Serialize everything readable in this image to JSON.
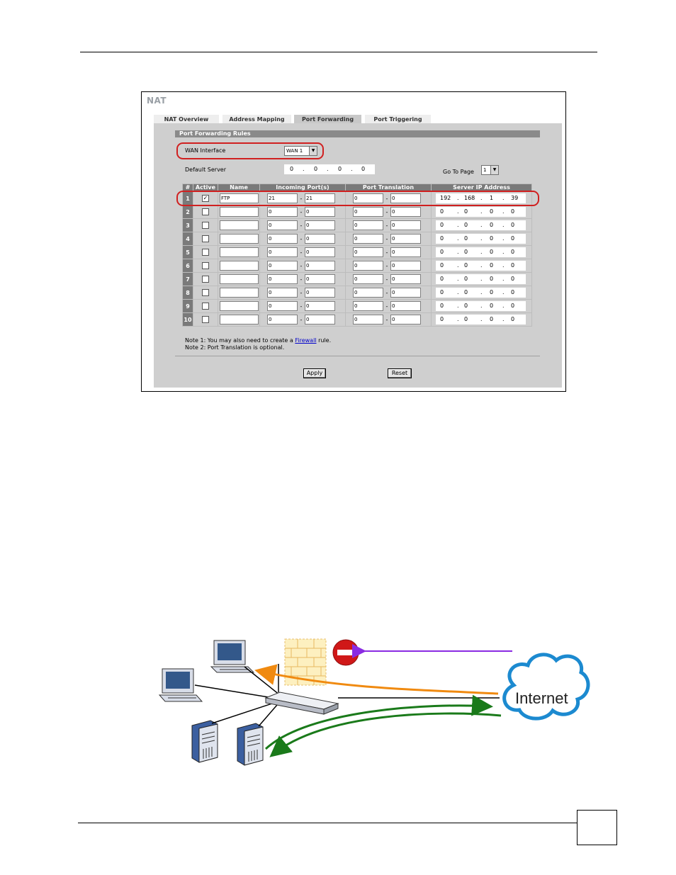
{
  "screen": {
    "title": "NAT",
    "tabs": [
      {
        "label": "NAT Overview",
        "active": false
      },
      {
        "label": "Address Mapping",
        "active": false
      },
      {
        "label": "Port Forwarding",
        "active": true
      },
      {
        "label": "Port Triggering",
        "active": false
      }
    ],
    "section_title": "Port Forwarding Rules",
    "wan_interface": {
      "label": "WAN Interface",
      "value": "WAN 1"
    },
    "default_server": {
      "label": "Default Server",
      "octets": [
        "0",
        "0",
        "0",
        "0"
      ]
    },
    "go_to_page": {
      "label": "Go To Page",
      "value": "1"
    },
    "table": {
      "headers": [
        "#",
        "Active",
        "Name",
        "Incoming Port(s)",
        "Port Translation",
        "Server IP Address"
      ],
      "rows": [
        {
          "num": "1",
          "active": true,
          "name": "FTP",
          "in_start": "21",
          "in_end": "21",
          "tr_start": "0",
          "tr_end": "0",
          "ip": [
            "192",
            "168",
            "1",
            "39"
          ]
        },
        {
          "num": "2",
          "active": false,
          "name": "",
          "in_start": "0",
          "in_end": "0",
          "tr_start": "0",
          "tr_end": "0",
          "ip": [
            "0",
            "0",
            "0",
            "0"
          ]
        },
        {
          "num": "3",
          "active": false,
          "name": "",
          "in_start": "0",
          "in_end": "0",
          "tr_start": "0",
          "tr_end": "0",
          "ip": [
            "0",
            "0",
            "0",
            "0"
          ]
        },
        {
          "num": "4",
          "active": false,
          "name": "",
          "in_start": "0",
          "in_end": "0",
          "tr_start": "0",
          "tr_end": "0",
          "ip": [
            "0",
            "0",
            "0",
            "0"
          ]
        },
        {
          "num": "5",
          "active": false,
          "name": "",
          "in_start": "0",
          "in_end": "0",
          "tr_start": "0",
          "tr_end": "0",
          "ip": [
            "0",
            "0",
            "0",
            "0"
          ]
        },
        {
          "num": "6",
          "active": false,
          "name": "",
          "in_start": "0",
          "in_end": "0",
          "tr_start": "0",
          "tr_end": "0",
          "ip": [
            "0",
            "0",
            "0",
            "0"
          ]
        },
        {
          "num": "7",
          "active": false,
          "name": "",
          "in_start": "0",
          "in_end": "0",
          "tr_start": "0",
          "tr_end": "0",
          "ip": [
            "0",
            "0",
            "0",
            "0"
          ]
        },
        {
          "num": "8",
          "active": false,
          "name": "",
          "in_start": "0",
          "in_end": "0",
          "tr_start": "0",
          "tr_end": "0",
          "ip": [
            "0",
            "0",
            "0",
            "0"
          ]
        },
        {
          "num": "9",
          "active": false,
          "name": "",
          "in_start": "0",
          "in_end": "0",
          "tr_start": "0",
          "tr_end": "0",
          "ip": [
            "0",
            "0",
            "0",
            "0"
          ]
        },
        {
          "num": "10",
          "active": false,
          "name": "",
          "in_start": "0",
          "in_end": "0",
          "tr_start": "0",
          "tr_end": "0",
          "ip": [
            "0",
            "0",
            "0",
            "0"
          ]
        }
      ]
    },
    "notes": {
      "note1_prefix": "Note 1: You may also need to create a",
      "note1_link": "Firewall",
      "note1_suffix": "rule.",
      "note2": "Note 2: Port Translation is optional."
    },
    "buttons": {
      "apply": "Apply",
      "reset": "Reset"
    }
  },
  "diagram": {
    "internet_label": "Internet",
    "colors": {
      "blocked": "#8a2be2",
      "forwarded": "#f08a10",
      "traffic": "#1a7a1a",
      "highlight": "#d02020"
    }
  },
  "icons": [
    "dropdown-arrow-icon",
    "checkbox-icon",
    "computer-icon",
    "server-icon",
    "router-icon",
    "firewall-icon",
    "no-entry-icon",
    "cloud-icon"
  ]
}
